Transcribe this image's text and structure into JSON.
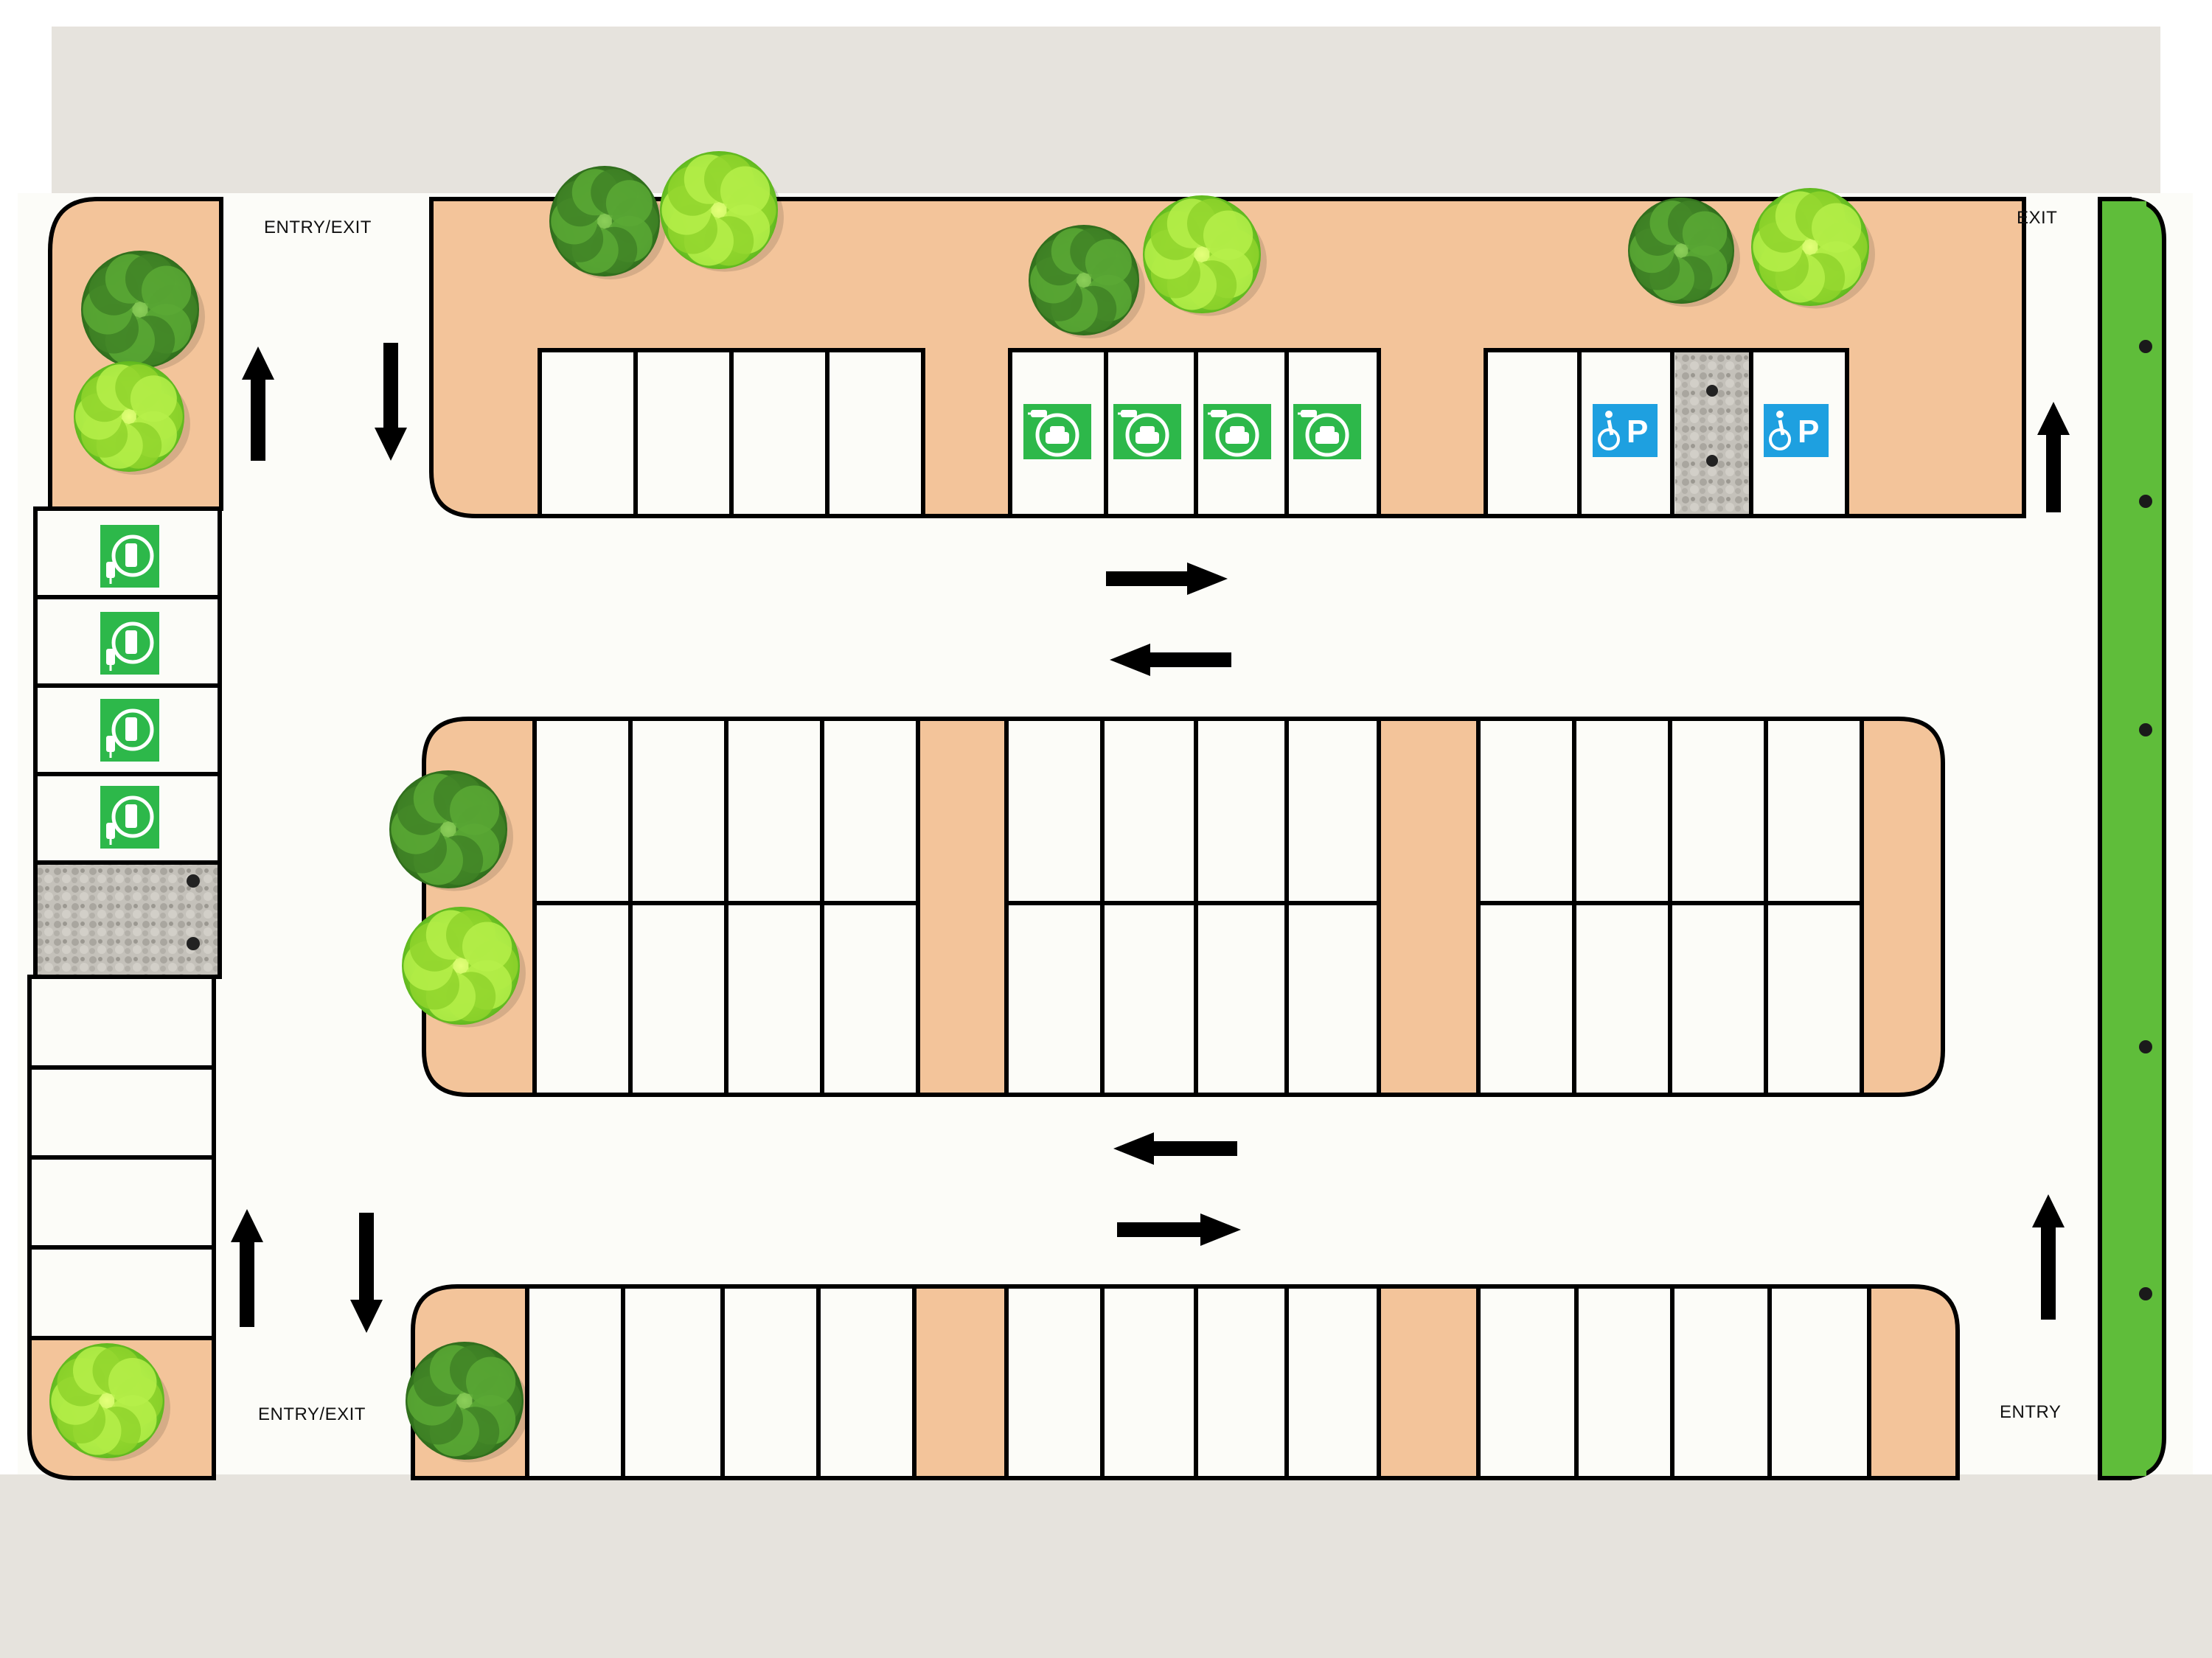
{
  "labels": {
    "entry_exit_top": "ENTRY/EXIT",
    "exit_top_right": "EXIT",
    "entry_exit_bottom": "ENTRY/EXIT",
    "entry_bottom_right": "ENTRY"
  },
  "legend": {
    "ev_sign_symbol": "ev-charging-icon",
    "accessible_sign_letter": "P",
    "accessible_sign_symbol": "wheelchair-icon"
  },
  "colors": {
    "ground": "#e6e3dd",
    "road": "#fcfcf8",
    "planter": "#f3c49a",
    "grass": "#5fbd3a",
    "ev_green": "#2db84a",
    "accessible_blue": "#1ea0e0",
    "outline": "#000000",
    "paver": "#bdbab3"
  }
}
